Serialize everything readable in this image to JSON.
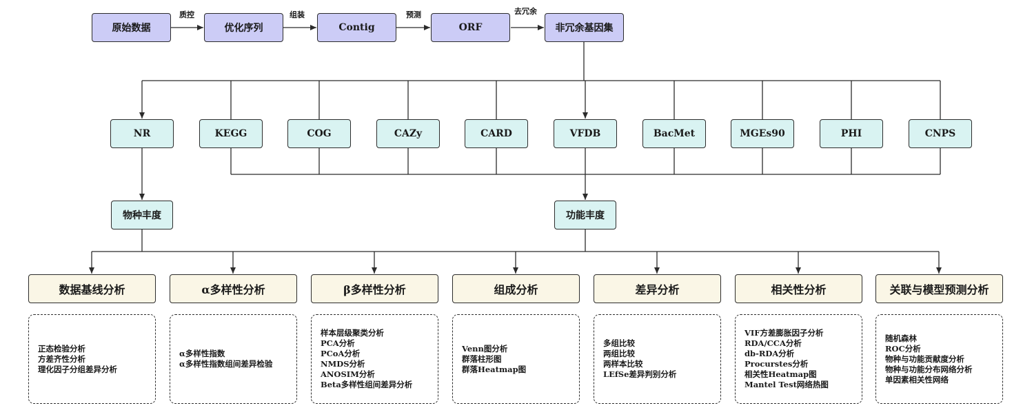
{
  "pipeline": {
    "steps": [
      "原始数据",
      "优化序列",
      "Contig",
      "ORF",
      "非冗余基因集"
    ],
    "edge_labels": [
      "质控",
      "组装",
      "预测",
      "去冗余"
    ]
  },
  "databases": [
    "NR",
    "KEGG",
    "COG",
    "CAZy",
    "CARD",
    "VFDB",
    "BacMet",
    "MGEs90",
    "PHI",
    "CNPS"
  ],
  "abundance": {
    "species": "物种丰度",
    "function": "功能丰度"
  },
  "analyses": [
    {
      "title": "数据基线分析",
      "items": [
        "正态检验分析",
        "方差齐性分析",
        "理化因子分组差异分析"
      ]
    },
    {
      "title": "α多样性分析",
      "items": [
        "α多样性指数",
        "α多样性指数组间差异检验"
      ]
    },
    {
      "title": "β多样性分析",
      "items": [
        "样本层级聚类分析",
        "PCA分析",
        "PCoA分析",
        "NMDS分析",
        "ANOSIM分析",
        "Beta多样性组间差异分析"
      ]
    },
    {
      "title": "组成分析",
      "items": [
        "Venn图分析",
        "群落柱形图",
        "群落Heatmap图"
      ]
    },
    {
      "title": "差异分析",
      "items": [
        "多组比较",
        "两组比较",
        "两样本比较",
        "LEfSe差异判别分析"
      ]
    },
    {
      "title": "相关性分析",
      "items": [
        "VIF方差膨胀因子分析",
        "RDA/CCA分析",
        "db-RDA分析",
        "Procurstes分析",
        "相关性Heatmap图",
        "Mantel Test网络热图"
      ]
    },
    {
      "title": "关联与模型预测分析",
      "items": [
        "随机森林",
        "ROC分析",
        "物种与功能贡献度分析",
        "物种与功能分布网络分析",
        "单因素相关性网络"
      ]
    }
  ],
  "colors": {
    "pipeline_fill": "#ccccf6",
    "database_fill": "#d9f3f2",
    "analysis_fill": "#faf6e6",
    "line": "#2b2b2b"
  }
}
